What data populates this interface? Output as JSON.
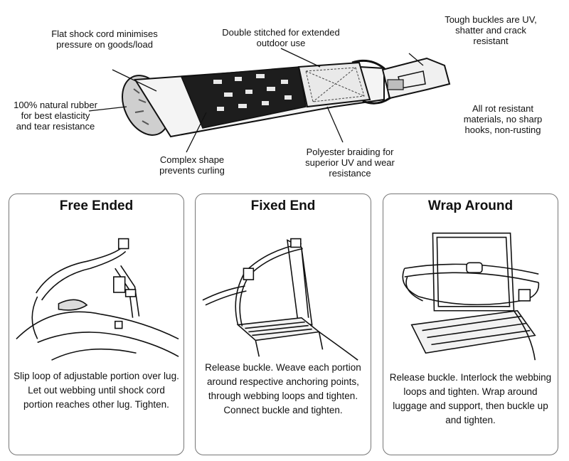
{
  "callouts": {
    "flat_cord": "Flat shock cord minimises pressure on goods/load",
    "double_stitched": "Double stitched for extended outdoor use",
    "buckles": "Tough buckles are UV, shatter and crack resistant",
    "rubber": "100% natural rubber for best elasticity and tear resistance",
    "rot_resistant": "All rot resistant materials, no sharp hooks, non-rusting",
    "complex_shape": "Complex shape prevents curling",
    "polyester": "Polyester braiding for superior UV and wear resistance"
  },
  "panels": [
    {
      "title": "Free Ended",
      "description": "Slip loop of adjustable portion over lug. Let out webbing until shock cord portion reaches other lug. Tighten."
    },
    {
      "title": "Fixed End",
      "description": "Release buckle. Weave each portion around respective anchoring points, through webbing loops and tighten. Connect buckle and tighten."
    },
    {
      "title": "Wrap Around",
      "description": "Release buckle. Interlock the webbing loops and tighten. Wrap around luggage and support, then buckle up and tighten."
    }
  ]
}
